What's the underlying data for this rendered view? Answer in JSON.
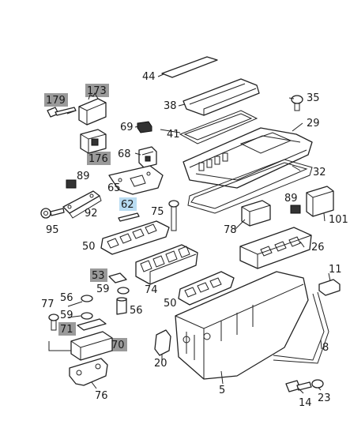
{
  "labels": {
    "l44": "44",
    "l173": "173",
    "l179": "179",
    "l35": "35",
    "l38": "38",
    "l29": "29",
    "l69": "69",
    "l41": "41",
    "l176": "176",
    "l68": "68",
    "l32": "32",
    "l89a": "89",
    "l65": "65",
    "l89b": "89",
    "l62": "62",
    "l75": "75",
    "l92": "92",
    "l101": "101",
    "l78": "78",
    "l95": "95",
    "l50a": "50",
    "l26": "26",
    "l53": "53",
    "l59a": "59",
    "l74": "74",
    "l11": "11",
    "l77": "77",
    "l56a": "56",
    "l59b": "59",
    "l50b": "50",
    "l56b": "56",
    "l71": "71",
    "l70": "70",
    "l8": "8",
    "l20": "20",
    "l76": "76",
    "l5": "5",
    "l14": "14",
    "l23": "23"
  },
  "highlights": {
    "gray": "#9a9a9a",
    "blue": "#b9dcf2"
  }
}
